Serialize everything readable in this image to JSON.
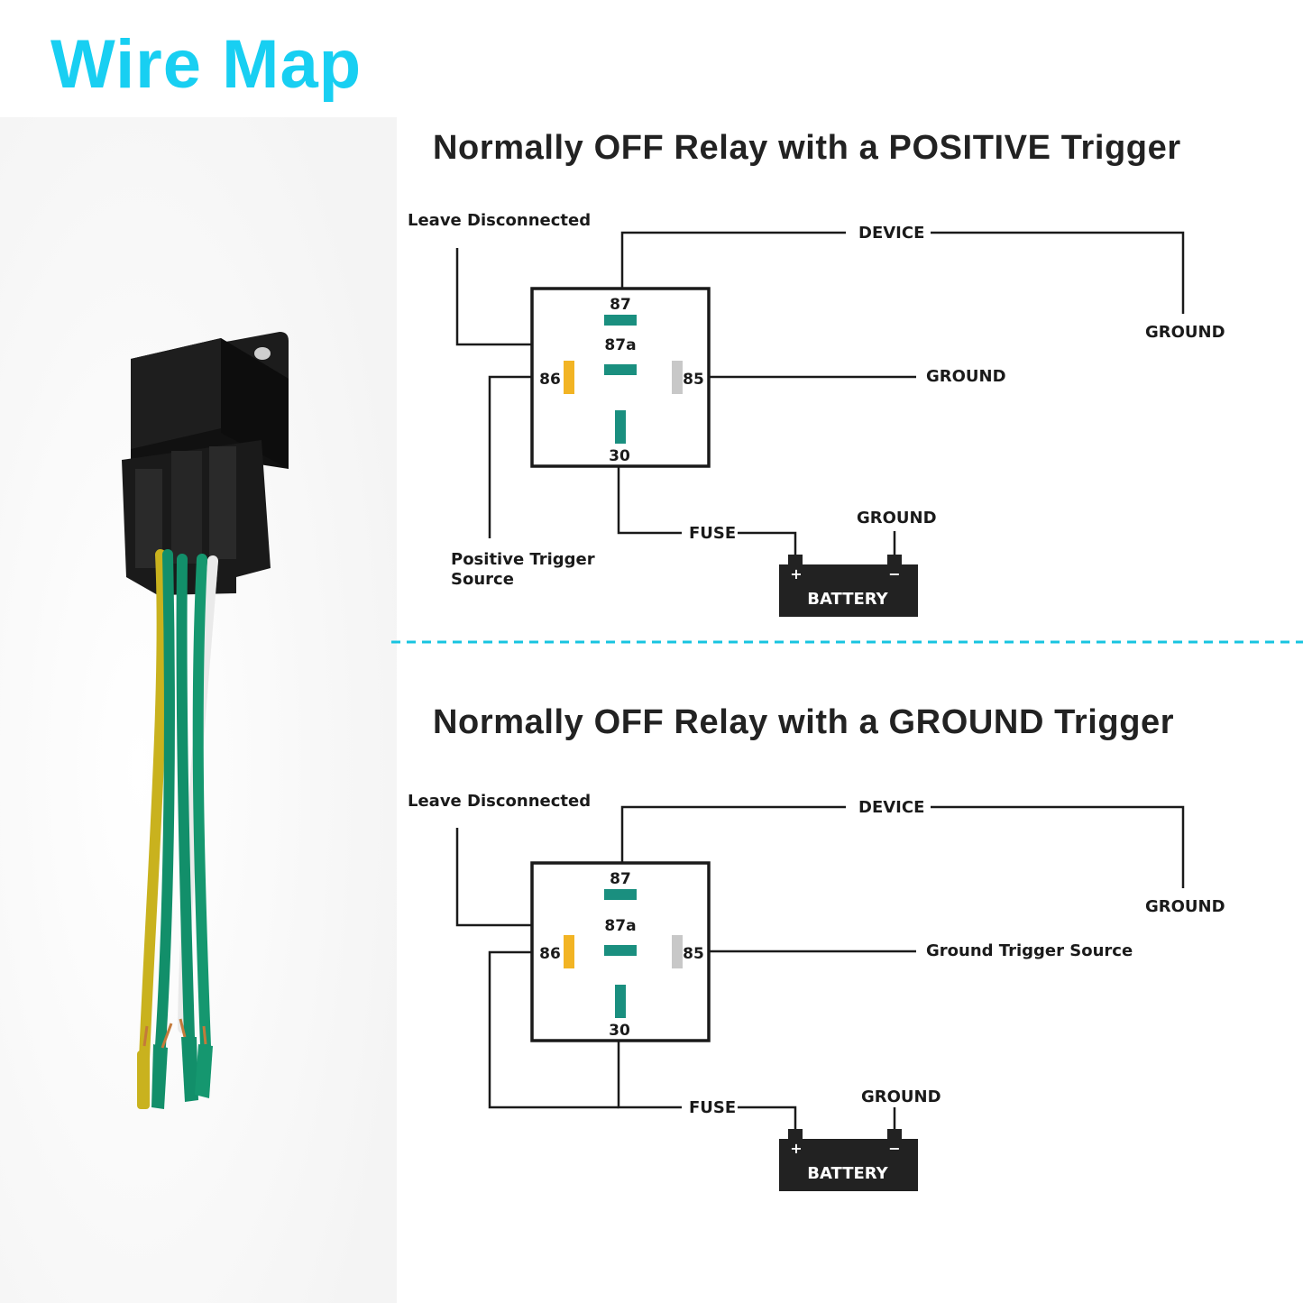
{
  "title": "Wire Map",
  "colors": {
    "title": "#18cff2",
    "contact_teal": "#1a8f7f",
    "pin86_yellow": "#f2b424",
    "pin85_gray": "#c8c8c8",
    "battery": "#222222",
    "separator": "#18c4e0",
    "wire_green": "#128f6a",
    "wire_yellow": "#c9b21e"
  },
  "diagrams": [
    {
      "title": "Normally OFF Relay with a POSITIVE Trigger",
      "pins": {
        "p87": "87",
        "p87a": "87a",
        "p86": "86",
        "p85": "85",
        "p30": "30"
      },
      "labels": {
        "leave": "Leave Disconnected",
        "device": "DEVICE",
        "ground_device": "GROUND",
        "pin85": "GROUND",
        "trigger_line1": "Positive Trigger",
        "trigger_line2": "Source",
        "fuse": "FUSE",
        "ground_battery": "GROUND",
        "battery": "BATTERY",
        "plus": "+",
        "minus": "−"
      }
    },
    {
      "title": "Normally OFF Relay with a GROUND Trigger",
      "pins": {
        "p87": "87",
        "p87a": "87a",
        "p86": "86",
        "p85": "85",
        "p30": "30"
      },
      "labels": {
        "leave": "Leave Disconnected",
        "device": "DEVICE",
        "ground_device": "GROUND",
        "pin85": "Ground Trigger Source",
        "fuse": "FUSE",
        "ground_battery": "GROUND",
        "battery": "BATTERY",
        "plus": "+",
        "minus": "−"
      }
    }
  ]
}
